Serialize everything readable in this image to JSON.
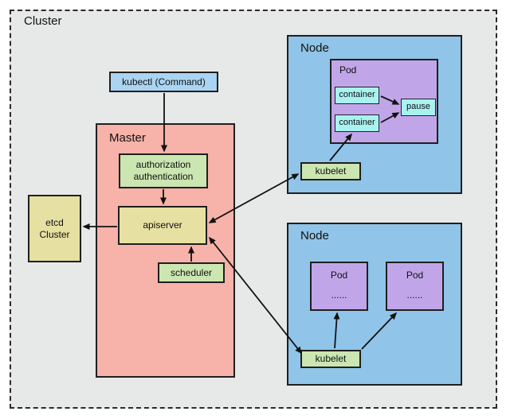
{
  "cluster": {
    "label": "Cluster"
  },
  "kubectl": {
    "label": "kubectl (Command)"
  },
  "master": {
    "label": "Master",
    "auth": {
      "line1": "authorization",
      "line2": "authentication"
    },
    "apiserver": {
      "label": "apiserver"
    },
    "scheduler": {
      "label": "scheduler"
    }
  },
  "etcd": {
    "line1": "etcd",
    "line2": "Cluster"
  },
  "node_top": {
    "label": "Node",
    "pod": {
      "label": "Pod",
      "containers": [
        "container",
        "container"
      ],
      "pause": "pause"
    },
    "kubelet": "kubelet"
  },
  "node_bottom": {
    "label": "Node",
    "pods": [
      {
        "label": "Pod",
        "dots": "......"
      },
      {
        "label": "Pod",
        "dots": "......"
      }
    ],
    "kubelet": "kubelet"
  },
  "colors": {
    "background": "#e7e9e9",
    "kubectl_fill": "#aad4f2",
    "master_fill": "#f7b2a9",
    "green_fill": "#cbe6b1",
    "yellow_fill": "#e6e0a2",
    "node_fill": "#90c4e8",
    "pod_fill": "#c0a6e9",
    "container_fill": "#a8f2ef",
    "border": "#1f1f1f"
  }
}
